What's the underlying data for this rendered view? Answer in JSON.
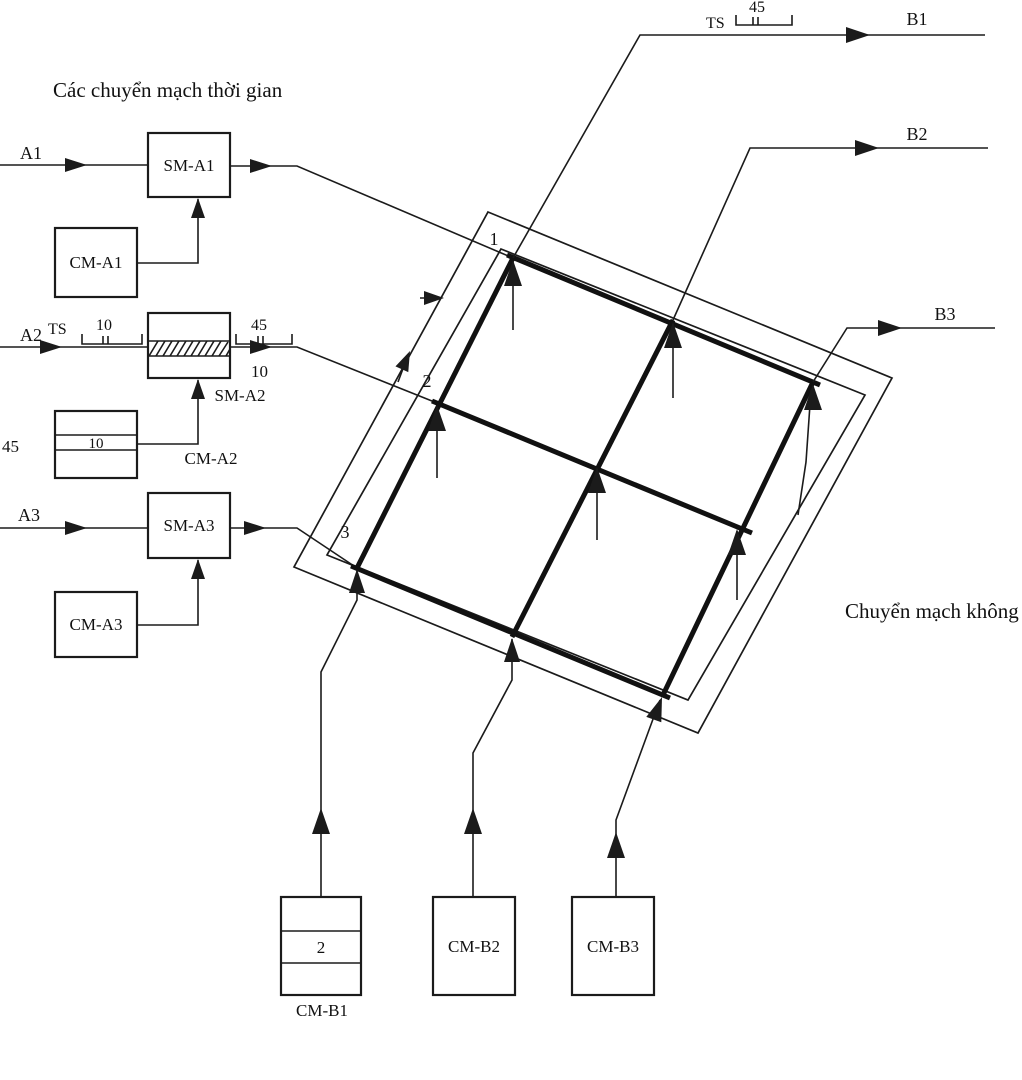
{
  "title_time": "Các chuyển mạch thời gian",
  "title_space": "Chuyển mạch không gian",
  "inputs": {
    "a1": "A1",
    "a2": "A2",
    "a3": "A3"
  },
  "outputs": {
    "b1": "B1",
    "b2": "B2",
    "b3": "B3"
  },
  "boxes": {
    "sm_a1": "SM-A1",
    "sm_a2": "SM-A2",
    "sm_a3": "SM-A3",
    "cm_a1": "CM-A1",
    "cm_a2": "CM-A2",
    "cm_a3": "CM-A3",
    "cm_b1": "CM-B1",
    "cm_b2": "CM-B2",
    "cm_b3": "CM-B3"
  },
  "labels": {
    "ts": "TS",
    "slot45_b1": "45",
    "slot10_in": "10",
    "slot45_out": "45",
    "sm_a2_cell": "10",
    "cm_a2_cell": "10",
    "cm_a2_addr": "45",
    "cm_b1_cell": "2"
  },
  "matrix_rows": [
    "1",
    "2",
    "3"
  ]
}
